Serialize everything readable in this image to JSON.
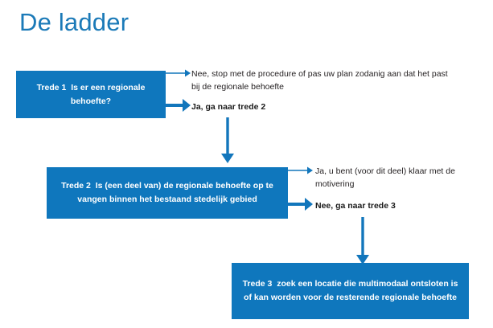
{
  "slide": {
    "title": "De ladder",
    "title_color": "#1B7AB8",
    "background_color": "#ffffff",
    "box_color": "#0F77BD",
    "arrow_color": "#1276BC",
    "text_color": "#231F20"
  },
  "steps": [
    {
      "id": "trede-1",
      "lead": "Trede 1",
      "body": "Is er een regionale behoefte?"
    },
    {
      "id": "trede-2",
      "lead": "Trede 2",
      "body": "Is (een deel van) de regionale behoefte op te vangen binnen het bestaand stedelijk gebied"
    },
    {
      "id": "trede-3",
      "lead": "Trede 3",
      "body": "zoek een locatie die multimodaal ontsloten is of kan worden voor de resterende regionale behoefte"
    }
  ],
  "outcomes": {
    "step1_no": "Nee, stop met de procedure of pas uw plan zodanig aan dat het past bij de regionale behoefte",
    "step1_yes": "Ja, ga naar trede 2",
    "step2_yes": "Ja, u bent (voor dit deel) klaar met de motivering",
    "step2_no": "Nee, ga naar trede 3"
  },
  "arrows": [
    {
      "name": "arrow-step1-no",
      "direction": "right",
      "weight": "thin"
    },
    {
      "name": "arrow-step1-yes",
      "direction": "right",
      "weight": "thick"
    },
    {
      "name": "arrow-step1-down",
      "direction": "down",
      "weight": "thick"
    },
    {
      "name": "arrow-step2-yes",
      "direction": "right",
      "weight": "thin"
    },
    {
      "name": "arrow-step2-no",
      "direction": "right",
      "weight": "thick"
    },
    {
      "name": "arrow-step2-down",
      "direction": "down",
      "weight": "thick"
    }
  ]
}
